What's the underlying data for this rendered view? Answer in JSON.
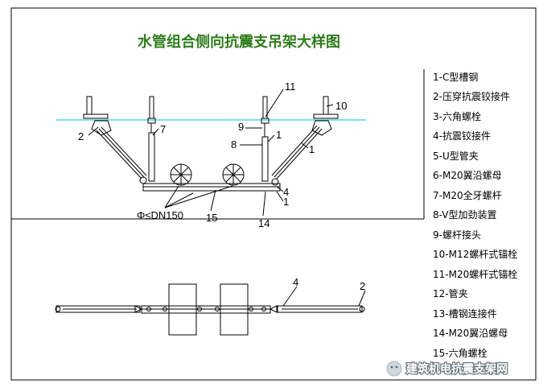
{
  "title": "水管组合侧向抗震支吊架大样图",
  "callouts": {
    "c1": "1",
    "c1b": "1",
    "c1c": "1",
    "c2": "2",
    "c2b": "2",
    "c4": "4",
    "c4b": "4",
    "c7": "7",
    "c8": "8",
    "c9": "9",
    "c10": "10",
    "c11": "11",
    "c14": "14",
    "c15": "15",
    "pipe_spec": "Φ≤DN150"
  },
  "legend": [
    "1-C型槽钢",
    "2-压穿抗震铰接件",
    "3-六角螺栓",
    "4-抗震铰接件",
    "5-U型管夹",
    "6-M20翼沿螺母",
    "7-M20全牙螺杆",
    "8-V型加劲装置",
    "9-螺杆接头",
    "10-M12螺杆式锚栓",
    "11-M20螺杆式锚栓",
    "12-管夹",
    "13-槽钢连接件",
    "14-M20翼沿螺母",
    "15-六角螺栓"
  ],
  "watermark": "建筑机电抗震支架网",
  "colors": {
    "frame": "#000000",
    "title": "#2e7d1a",
    "ceiling": "#00c8d0"
  }
}
